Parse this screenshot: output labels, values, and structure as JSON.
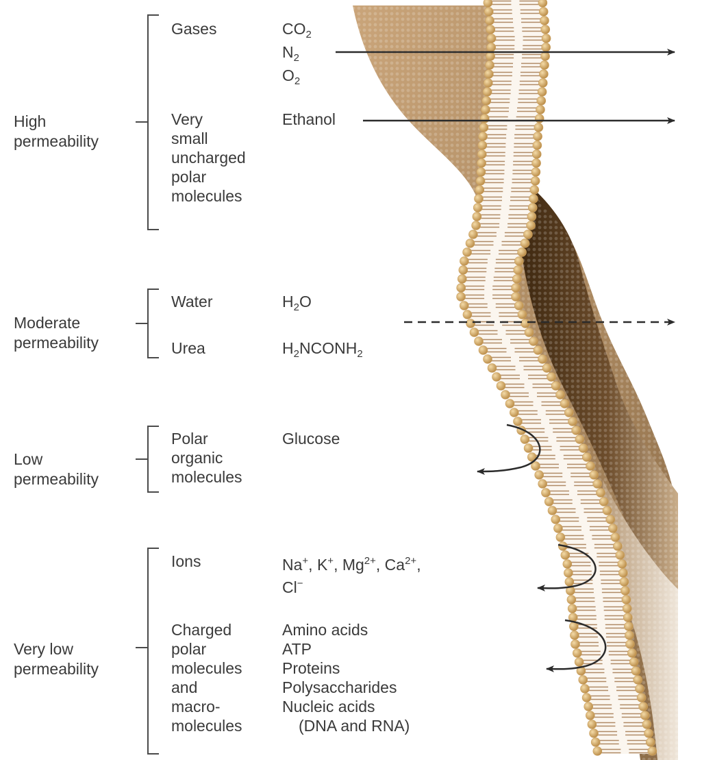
{
  "groups": [
    {
      "level": "High permeability",
      "level_lines": [
        "High",
        "permeability"
      ],
      "classes": [
        {
          "name": "Gases",
          "examples": [
            "CO2",
            "N2",
            "O2"
          ]
        },
        {
          "name": "Very small uncharged polar molecules",
          "name_lines": [
            "Very",
            "small",
            "uncharged",
            "polar",
            "molecules"
          ],
          "examples": [
            "Ethanol"
          ]
        }
      ],
      "outcome": "crosses membrane"
    },
    {
      "level": "Moderate permeability",
      "level_lines": [
        "Moderate",
        "permeability"
      ],
      "classes": [
        {
          "name": "Water",
          "examples": [
            "H2O"
          ]
        },
        {
          "name": "Urea",
          "examples": [
            "H2NCONH2"
          ]
        }
      ],
      "outcome": "crosses membrane slowly"
    },
    {
      "level": "Low permeability",
      "level_lines": [
        "Low",
        "permeability"
      ],
      "classes": [
        {
          "name": "Polar organic molecules",
          "name_lines": [
            "Polar",
            "organic",
            "molecules"
          ],
          "examples": [
            "Glucose"
          ]
        }
      ],
      "outcome": "reflected"
    },
    {
      "level": "Very low permeability",
      "level_lines": [
        "Very low",
        "permeability"
      ],
      "classes": [
        {
          "name": "Ions",
          "examples": [
            "Na+",
            "K+",
            "Mg2+",
            "Ca2+",
            "Cl-"
          ]
        },
        {
          "name": "Charged polar molecules and macro-molecules",
          "name_lines": [
            "Charged",
            "polar",
            "molecules",
            "and",
            "macro-",
            "molecules"
          ],
          "examples": [
            "Amino acids",
            "ATP",
            "Proteins",
            "Polysaccharides",
            "Nucleic acids",
            "(DNA and RNA)"
          ]
        }
      ],
      "outcome": "reflected"
    }
  ],
  "colors": {
    "text": "#3a3a3a",
    "arrow": "#2b2b2b",
    "lipid_head": "#c9a061",
    "lipid_tail": "#b08a66",
    "membrane_surface": "#a98a66",
    "membrane_shadow": "#5a3f22"
  }
}
